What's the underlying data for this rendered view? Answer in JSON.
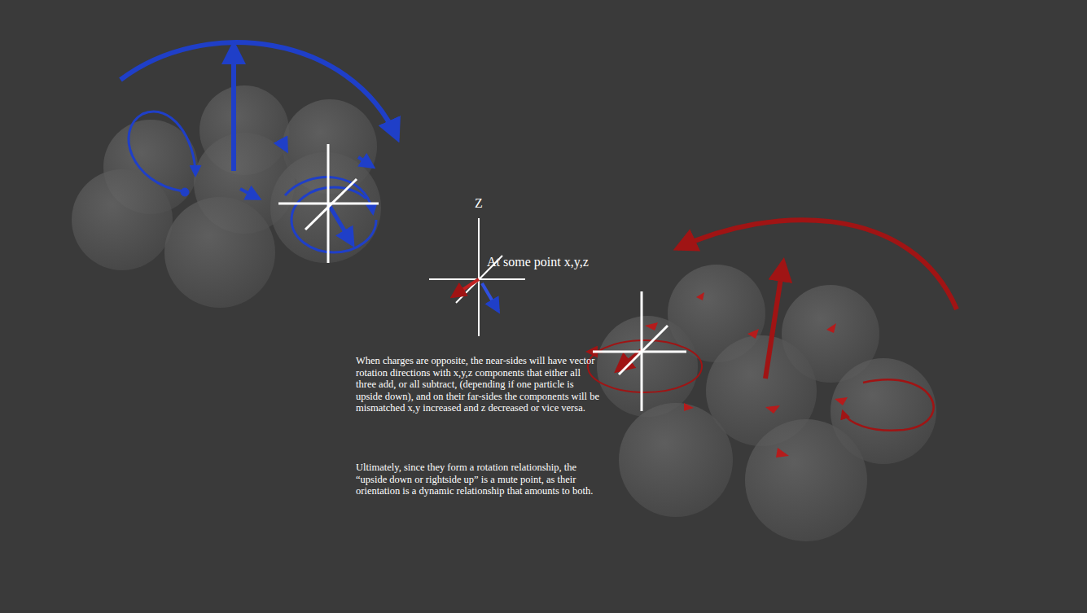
{
  "diagram": {
    "labels": [
      "Z",
      "At some point x,y,z",
      "When charges are opposite, the near-sides will have vector rotation directions with x,y,z components that either all three add, or all subtract, (depending if one particle is upside down), and on their far-sides the components will be mismatched x,y increased and z decreased or vice versa.",
      "Ultimately, since they form a rotation relationship, the “upside down or rightside up” is a mute point, as their orientation is a dynamic relationship that amounts to both."
    ]
  }
}
